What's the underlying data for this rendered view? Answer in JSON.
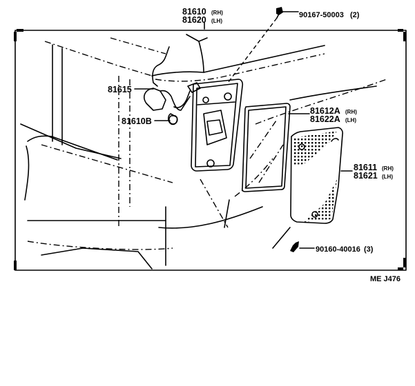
{
  "diagram": {
    "code": "ME J476",
    "parts": [
      {
        "number": "81610",
        "side": "(RH)"
      },
      {
        "number": "81620",
        "side": "(LH)"
      },
      {
        "number": "90167-50003",
        "qty": "(2)"
      },
      {
        "number": "81615"
      },
      {
        "number": "81610B"
      },
      {
        "number": "81612A",
        "side": "(RH)"
      },
      {
        "number": "81622A",
        "side": "(LH)"
      },
      {
        "number": "81611",
        "side": "(RH)"
      },
      {
        "number": "81621",
        "side": "(LH)"
      },
      {
        "number": "90160-40016",
        "qty": "(3)"
      }
    ]
  }
}
